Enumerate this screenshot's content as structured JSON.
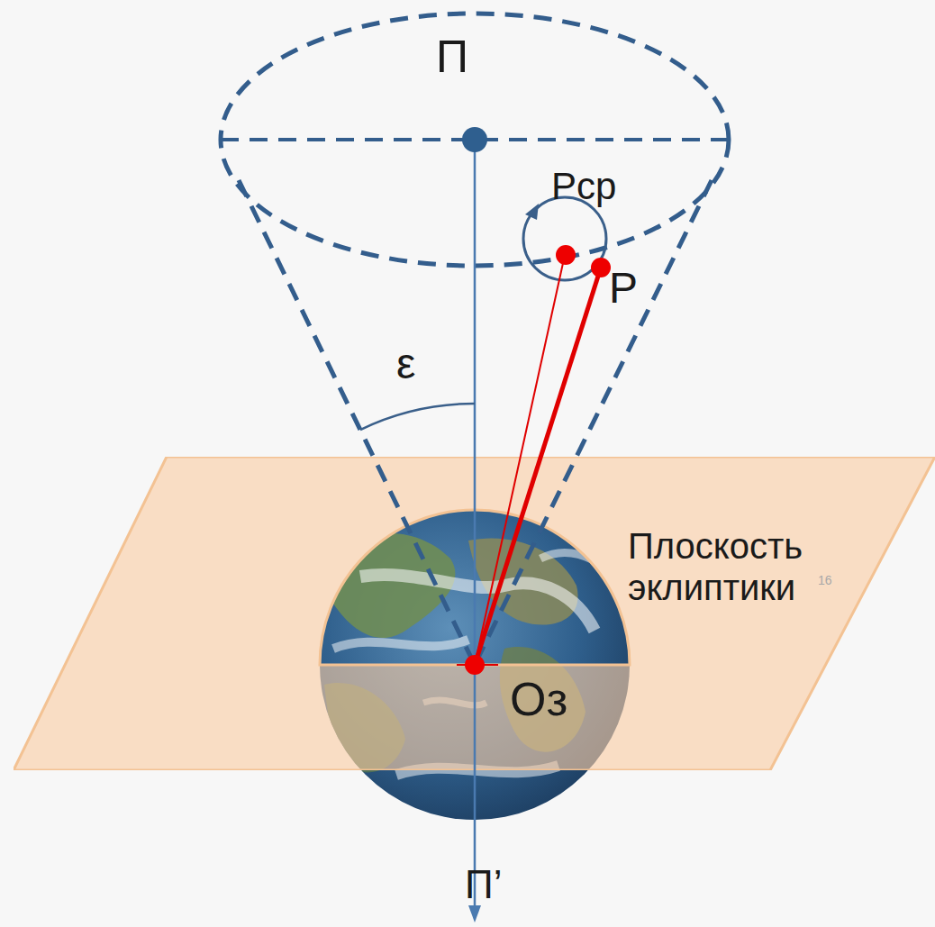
{
  "diagram": {
    "nodes": [
      {
        "text": [
          "Плоскость эклиптики"
        ]
      }
    ],
    "labels": [
      "П",
      "Рср",
      "Р",
      "ε",
      "16",
      "Оз",
      "П’"
    ]
  }
}
